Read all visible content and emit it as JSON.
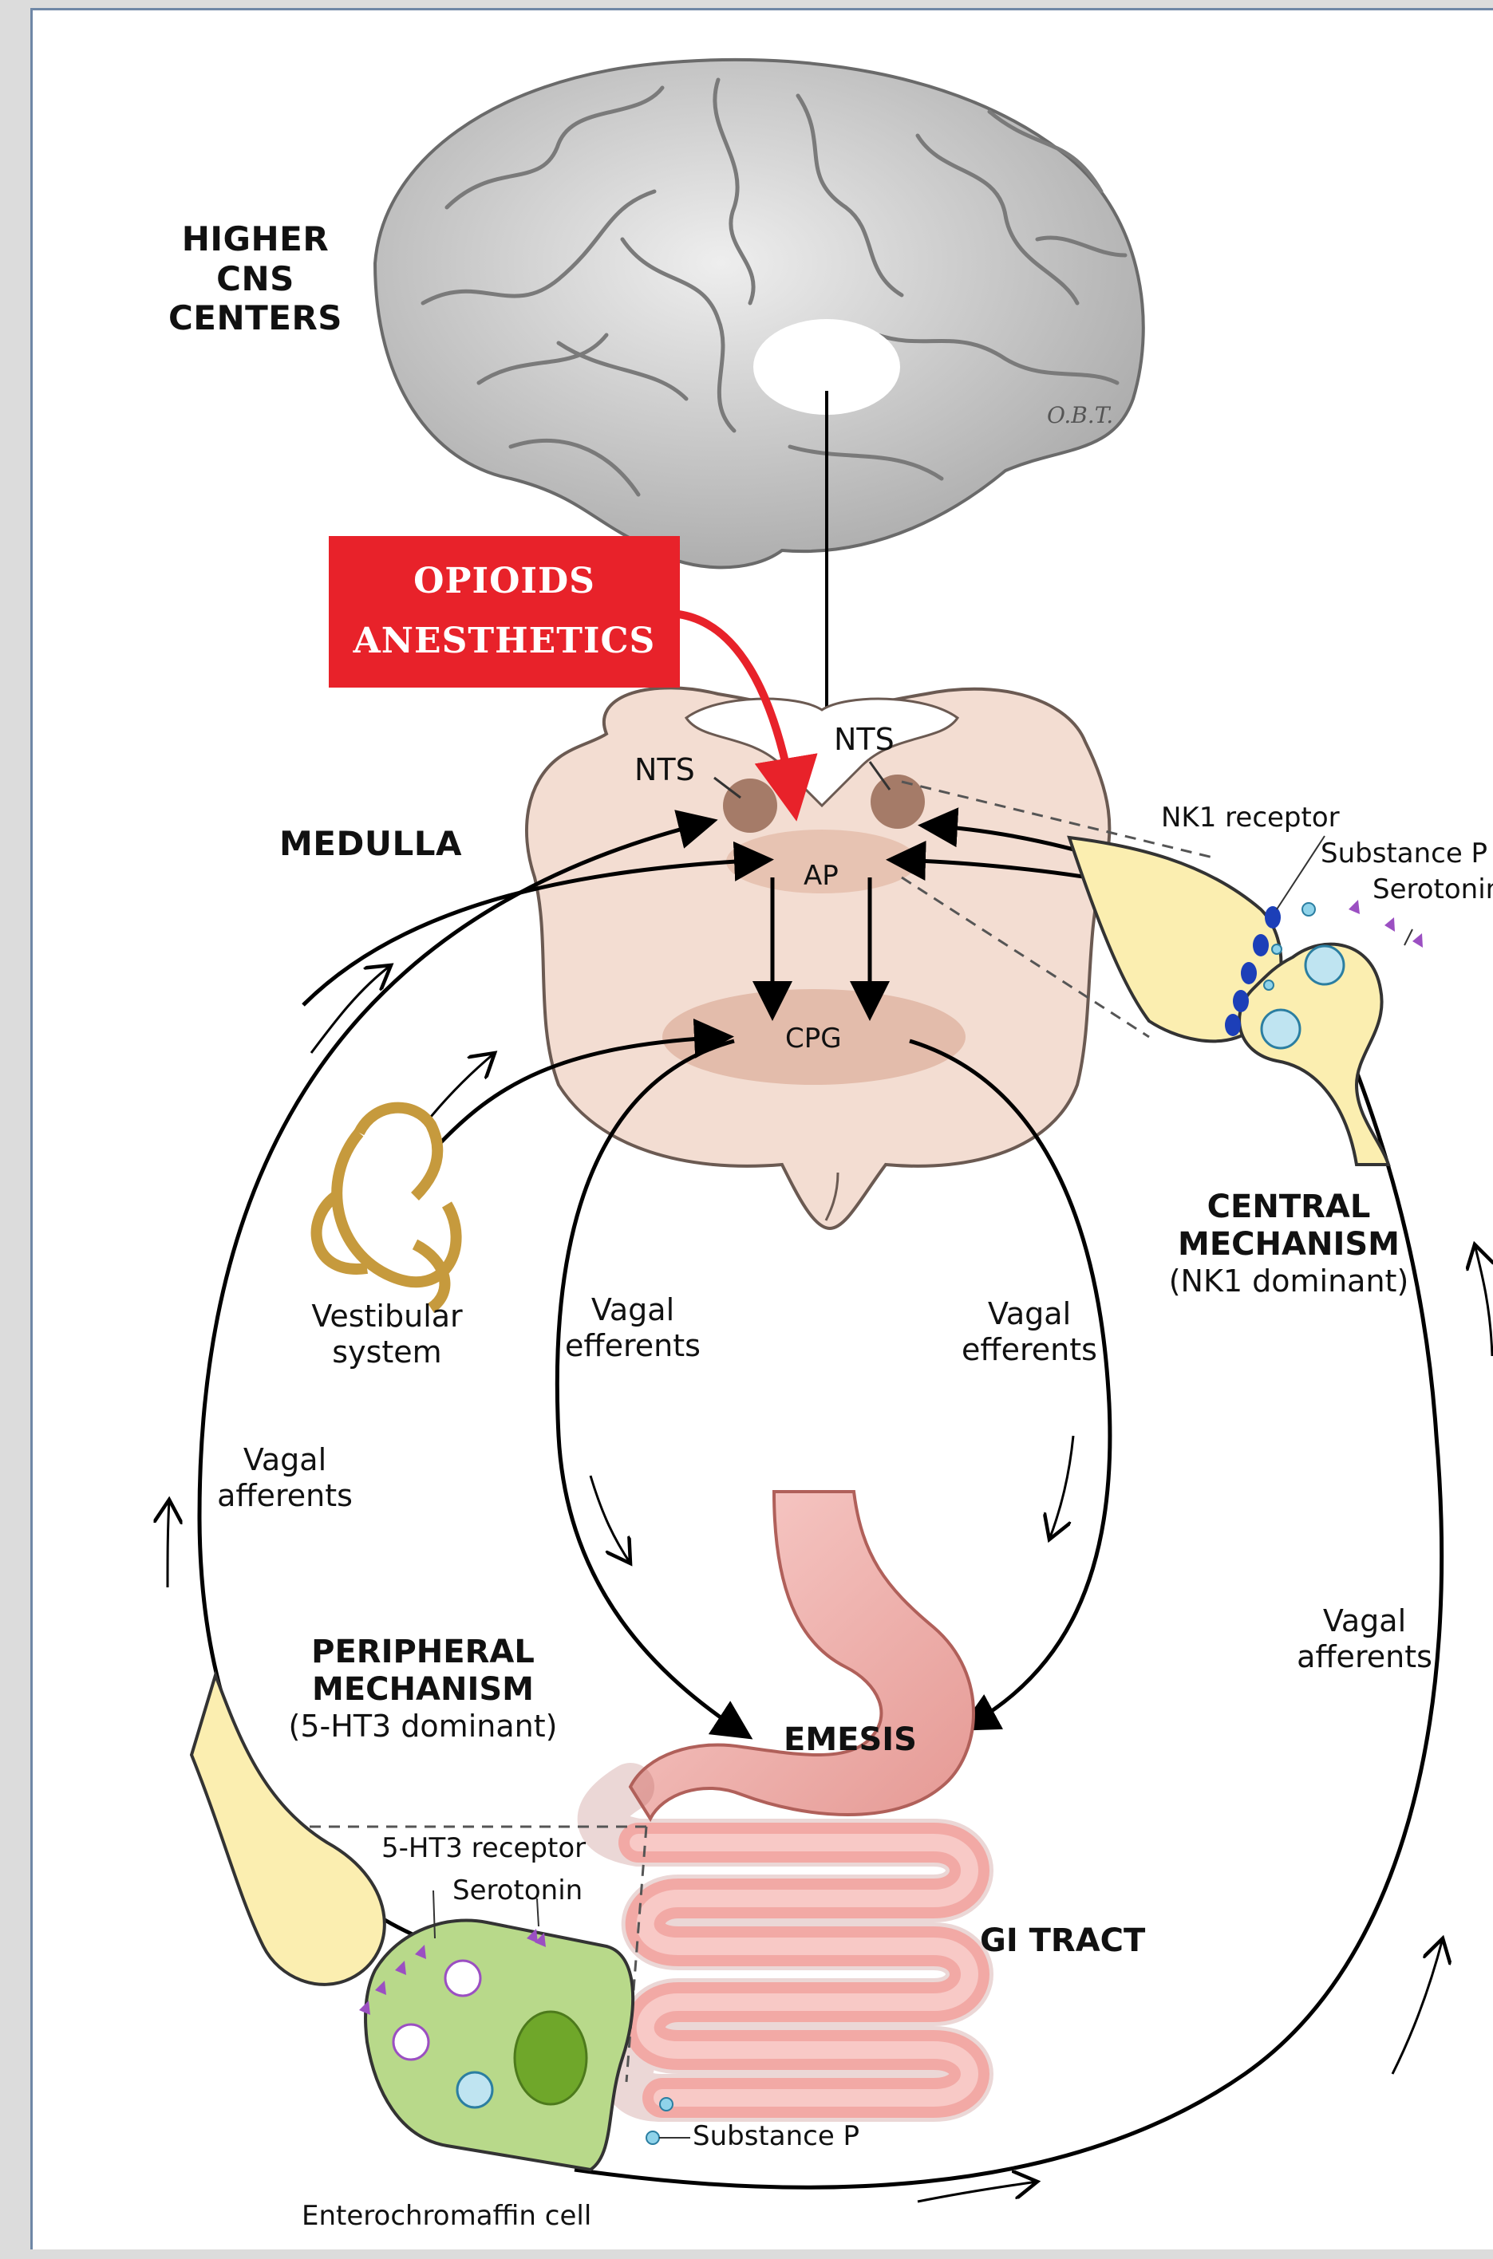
{
  "labels": {
    "higher_cns": [
      "HIGHER",
      "CNS",
      "CENTERS"
    ],
    "drugs": [
      "OPIOIDS",
      "ANESTHETICS"
    ],
    "medulla": "MEDULLA",
    "nts_left": "NTS",
    "nts_right": "NTS",
    "ap": "AP",
    "cpg": "CPG",
    "nk1_receptor": "NK1 receptor",
    "substance_p_top": "Substance P",
    "serotonin_top": "Serotonin",
    "central_mechanism": [
      "CENTRAL",
      "MECHANISM",
      "(NK1 dominant)"
    ],
    "vestibular": [
      "Vestibular",
      "system"
    ],
    "vagal_efferents_left": [
      "Vagal",
      "efferents"
    ],
    "vagal_efferents_right": [
      "Vagal",
      "efferents"
    ],
    "vagal_afferents_left": [
      "Vagal",
      "afferents"
    ],
    "vagal_afferents_right": [
      "Vagal",
      "afferents"
    ],
    "peripheral_mechanism": [
      "PERIPHERAL",
      "MECHANISM",
      "(5-HT3 dominant)"
    ],
    "emesis": "EMESIS",
    "gi_tract": "GI TRACT",
    "ht3_receptor": "5-HT3 receptor",
    "serotonin_bottom": "Serotonin",
    "substance_p_bottom": "Substance P",
    "enterochromaffin": "Enterochromaffin cell"
  },
  "signature": "O.B.T.",
  "colors": {
    "drug_box": "#e8222a",
    "medulla": "#f3ddd2",
    "nucleus": "#a57b68",
    "brain": "#d6d6d6",
    "neuron": "#fbeeb0",
    "gut": "#f4b3b0",
    "ec_cell": "#b8d98a",
    "receptor_nk1": "#1c3fb8",
    "substance_p": "#8fd3ea",
    "serotonin": "#9b4fc2"
  }
}
